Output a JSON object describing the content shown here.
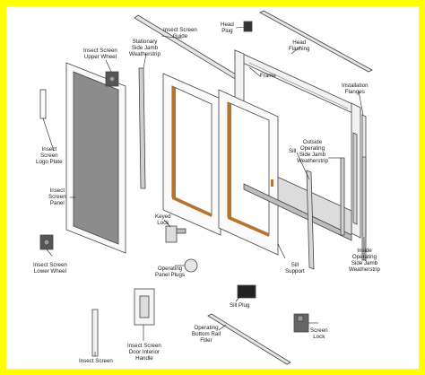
{
  "colors": {
    "border": "#ffff00",
    "frame": "#ffffff",
    "outline": "#444444",
    "screen_mesh": "#8c8c8c",
    "glass": "#ffffff",
    "wood_trim": "#b8742f",
    "hardware": "#555555",
    "leader": "#222222"
  },
  "labels": {
    "insect_screen_guide": "Insect Screen\nGuide",
    "head_plug": "Head\nPlug",
    "head_flashing": "Head\nFlashing",
    "insect_screen_upper_wheel": "Insect Screen\nUpper Wheel",
    "stationary_side_jamb_weatherstrip": "Stationary\nSide Jamb\nWeatherstrip",
    "frame": "Frame",
    "installation_flanges": "Installation\nFlanges",
    "insect_screen_logo_plate": "Insect\nScreen\nLogo Plate",
    "outside_operating_side_jamb_weatherstrip": "Outside\nOperating\nSide Jamb\nWeatherstrip",
    "sill": "Sill",
    "insect_screen_panel": "Insect\nScreen\nPanel",
    "keyed_lock": "Keyed\nLock",
    "inside_operating_side_jamb_weatherstrip": "Inside\nOperating\nSide Jamb\nWeatherstrip",
    "insect_screen_lower_wheel": "Insect Screen\nLower Wheel",
    "operating_panel_plugs": "Operating\nPanel Plugs",
    "sill_support": "Sill\nSupport",
    "sill_plug": "Sill Plug",
    "operating_bottom_rail_filler": "Operating\nBottom Rail\nFiller",
    "screen_lock": "Screen\nLock",
    "insect_screen_door_interior_handle": "Insect Screen\nDoor Interior\nHandle",
    "insect_screen_bottom": "Insect Screen"
  }
}
